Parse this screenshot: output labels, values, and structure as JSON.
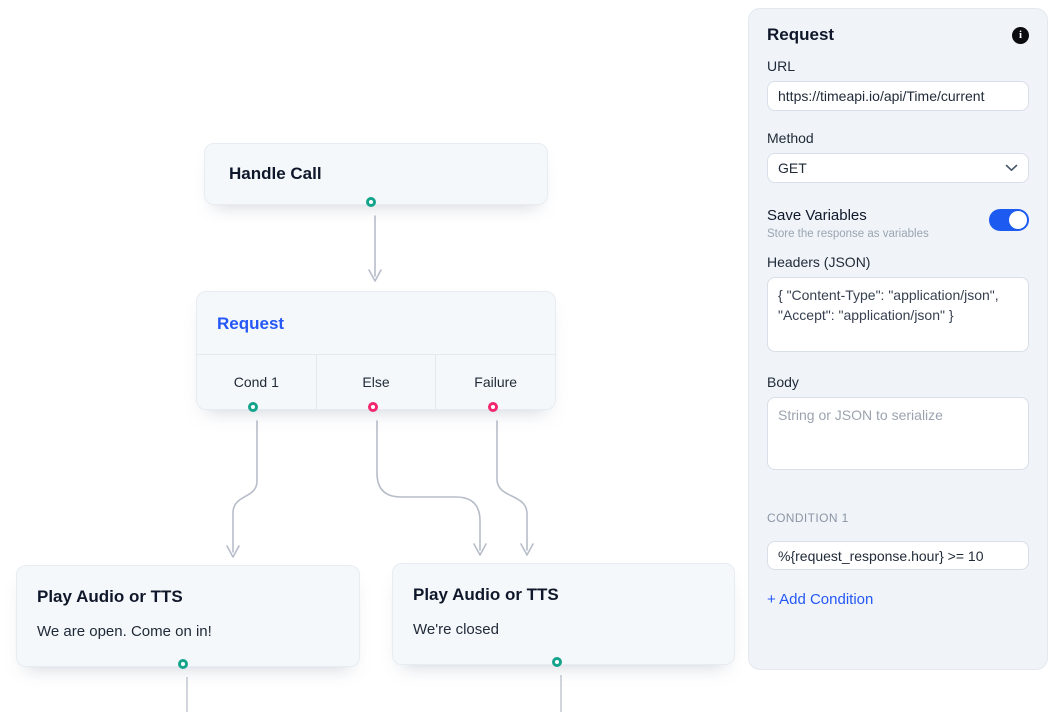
{
  "canvas": {
    "nodes": {
      "handle_call": {
        "title": "Handle Call"
      },
      "request": {
        "title": "Request",
        "branches": [
          {
            "label": "Cond 1",
            "handle_color": "teal"
          },
          {
            "label": "Else",
            "handle_color": "pink"
          },
          {
            "label": "Failure",
            "handle_color": "pink"
          }
        ]
      },
      "play_open": {
        "title": "Play Audio or TTS",
        "subtitle": "We are open. Come on in!"
      },
      "play_closed": {
        "title": "Play Audio or TTS",
        "subtitle": "We're closed"
      }
    }
  },
  "panel": {
    "title": "Request",
    "icons": {
      "header": "info-icon",
      "method": "chevron-down-icon"
    },
    "url": {
      "label": "URL",
      "value": "https://timeapi.io/api/Time/current"
    },
    "method": {
      "label": "Method",
      "value": "GET"
    },
    "save_variables": {
      "label": "Save Variables",
      "description": "Store the response as variables",
      "enabled": true
    },
    "headers": {
      "label": "Headers (JSON)",
      "value": "{ \"Content-Type\": \"application/json\", \"Accept\": \"application/json\" }"
    },
    "body": {
      "label": "Body",
      "placeholder": "String or JSON to serialize",
      "value": ""
    },
    "condition": {
      "label": "CONDITION 1",
      "value": "%{request_response.hour} >= 10"
    },
    "add_condition_label": "+ Add Condition"
  },
  "colors": {
    "accent_blue": "#2457f5",
    "toggle_blue": "#1d5bf0",
    "handle_teal": "#14a38b",
    "handle_pink": "#f0276d",
    "edge_gray": "#b7bdc9",
    "panel_bg": "#f0f4f8",
    "node_bg": "#f5f8fa"
  }
}
